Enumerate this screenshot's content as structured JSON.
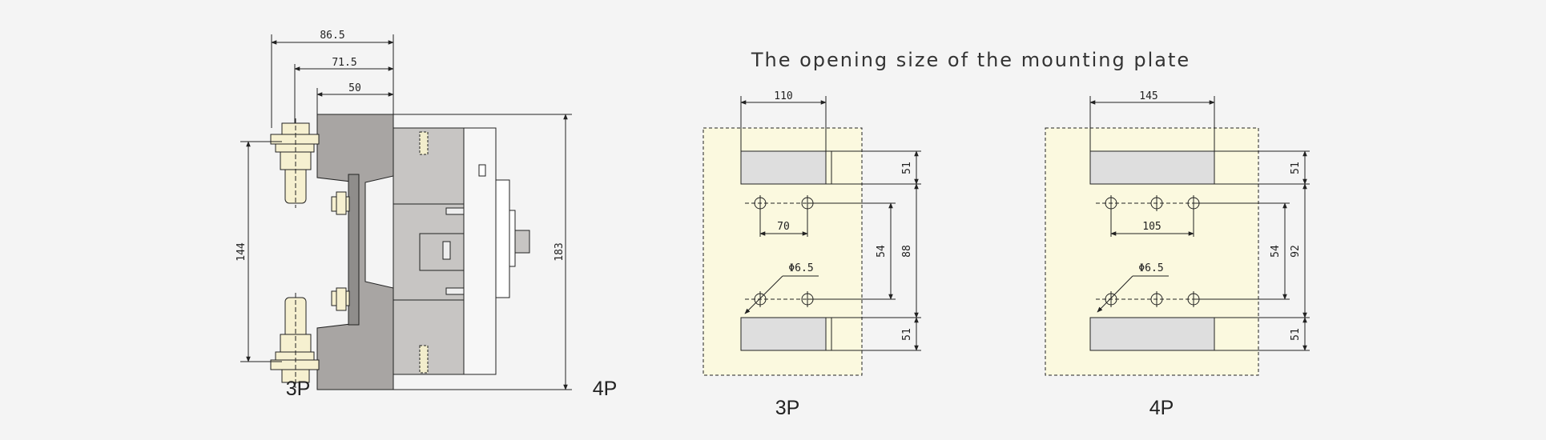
{
  "diagram": {
    "title": "The opening size of the mounting plate",
    "side_view": {
      "dims": {
        "width_outer": "86.5",
        "width_mid": "71.5",
        "width_inner": "50",
        "height_total": "183",
        "height_terminals": "144"
      },
      "label_left": "3P",
      "label_right": "4P"
    },
    "plate_3p": {
      "label": "3P",
      "dims": {
        "slot_width": "110",
        "top_slot": "51",
        "bottom_slot": "51",
        "hole_spacing": "70",
        "hole_vertical": "54",
        "inner_height": "88",
        "hole_diameter": "Φ6.5"
      }
    },
    "plate_4p": {
      "label": "4P",
      "dims": {
        "slot_width": "145",
        "top_slot": "51",
        "bottom_slot": "51",
        "hole_spacing": "105",
        "hole_vertical": "54",
        "inner_height": "92",
        "hole_diameter": "Φ6.5"
      }
    },
    "colors": {
      "plate": "#fbf9df",
      "body_dark": "#a8a5a3",
      "body_mid": "#c7c5c3",
      "slot": "#dedede",
      "terminal": "#f6f0d0",
      "line": "#222222"
    }
  }
}
